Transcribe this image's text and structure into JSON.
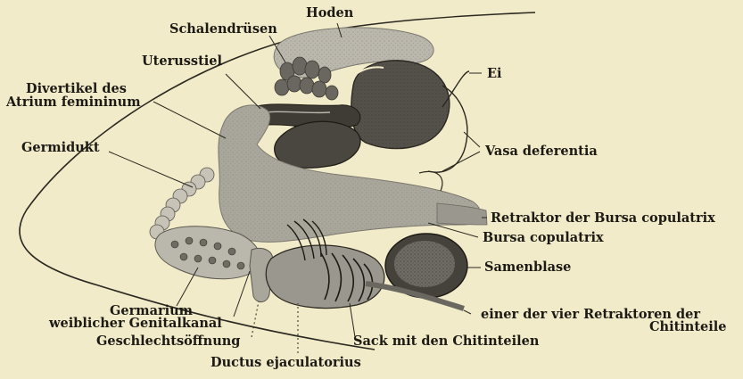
{
  "colors": {
    "background": "#f1ebc9",
    "organ_light": "#bab7ac",
    "organ_mid": "#9a978e",
    "organ_dark": "#55524c",
    "outline": "#2a2720"
  },
  "labels": {
    "hoden": "Hoden",
    "schalendruesen": "Schalendrüsen",
    "uterusstiel": "Uterusstiel",
    "divertikel_line1": "Divertikel des",
    "divertikel_line2": "Atrium femininum",
    "ei": "Ei",
    "germidukt": "Germidukt",
    "vasa_deferentia": "Vasa deferentia",
    "retraktor_bursa": "Retraktor der Bursa copulatrix",
    "bursa_copulatrix": "Bursa copulatrix",
    "samenblase": "Samenblase",
    "germarium": "Germarium",
    "weiblicher_genitalkanal": "weiblicher Genitalkanal",
    "geschlechtsoeffnung": "Geschlechtsöffnung",
    "ductus_ejaculatorius": "Ductus ejaculatorius",
    "sack_chitinteile": "Sack mit den Chitinteilen",
    "retraktoren_line1": "einer der vier Retraktoren der",
    "retraktoren_line2": "Chitinteile"
  }
}
